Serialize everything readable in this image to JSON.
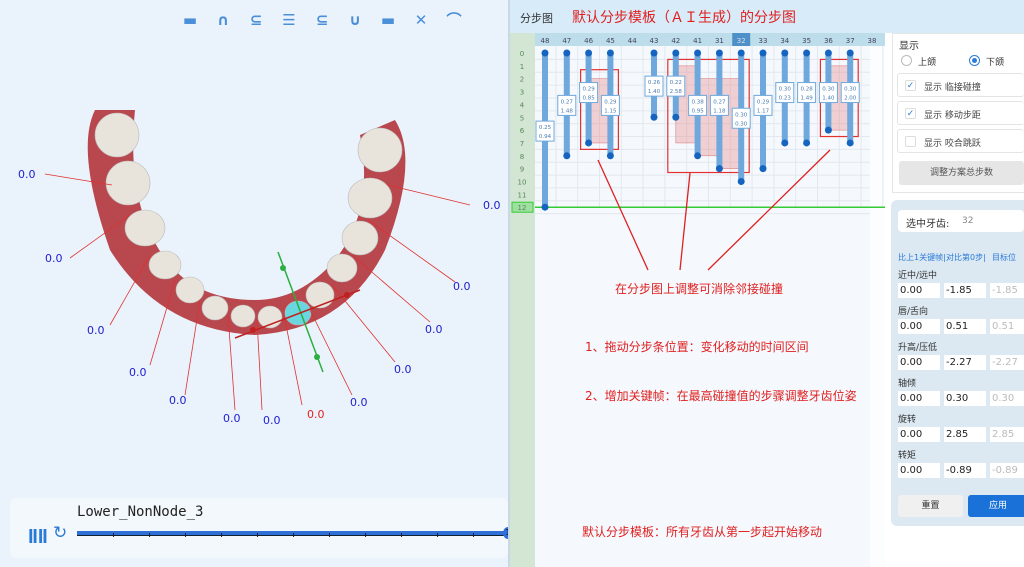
{
  "toolbar": {
    "icons": [
      "anterior-view",
      "upper-arch",
      "right-view",
      "front-view",
      "left-view",
      "lower-arch",
      "posterior-view",
      "open-bite-view",
      "occlusion-view"
    ],
    "glyphs": [
      "▬",
      "∩",
      "⊆",
      "☰",
      "⊆",
      "∪",
      "▬",
      "✕",
      "⌒"
    ]
  },
  "viewport": {
    "labels": [
      {
        "text": "0.0",
        "color": "#2020d0"
      },
      {
        "text": "0.0",
        "color": "#2020d0"
      },
      {
        "text": "0.0",
        "color": "#2020d0"
      },
      {
        "text": "0.0",
        "color": "#2020d0"
      },
      {
        "text": "0.0",
        "color": "#2020d0"
      },
      {
        "text": "0.0",
        "color": "#2020d0"
      },
      {
        "text": "0.0",
        "color": "#2020d0"
      },
      {
        "text": "0.0",
        "color": "#e02020"
      },
      {
        "text": "0.0",
        "color": "#2020d0"
      },
      {
        "text": "0.0",
        "color": "#2020d0"
      },
      {
        "text": "0.0",
        "color": "#2020d0"
      },
      {
        "text": "0.0",
        "color": "#2020d0"
      },
      {
        "text": "0.0",
        "color": "#2020d0"
      }
    ]
  },
  "bottombar": {
    "model_name": "Lower_NonNode_3",
    "slider_value": "1",
    "progress": 1.0
  },
  "header": {
    "label": "分步图",
    "title": "默认分步模板（ＡＩ生成）的分步图"
  },
  "chart_data": {
    "type": "table",
    "columns": [
      "48",
      "47",
      "46",
      "45",
      "44",
      "43",
      "42",
      "41",
      "31",
      "32",
      "33",
      "34",
      "35",
      "36",
      "37",
      "38"
    ],
    "selected_column": "32",
    "rows": [
      "0",
      "1",
      "2",
      "3",
      "4",
      "5",
      "6",
      "7",
      "8",
      "9",
      "10",
      "11",
      "12"
    ],
    "total_steps": 12,
    "bars": [
      {
        "tooth": "48",
        "start": 0,
        "end": 12,
        "labels": [
          "0.25",
          "0.94"
        ],
        "label_step": 6
      },
      {
        "tooth": "47",
        "start": 0,
        "end": 8,
        "labels": [
          "0.27",
          "1.48"
        ],
        "label_step": 4
      },
      {
        "tooth": "46",
        "start": 0,
        "end": 7,
        "labels": [
          "0.29",
          "0.85"
        ],
        "label_step": 3
      },
      {
        "tooth": "45",
        "start": 0,
        "end": 8,
        "labels": [
          "0.29",
          "1.15"
        ],
        "label_step": 4
      },
      {
        "tooth": "43",
        "start": 0,
        "end": 5,
        "labels": [
          "0.26",
          "1.40"
        ],
        "label_step": 2.5
      },
      {
        "tooth": "42",
        "start": 0,
        "end": 5,
        "labels": [
          "0.22",
          "2.58"
        ],
        "label_step": 2.5
      },
      {
        "tooth": "41",
        "start": 0,
        "end": 8,
        "labels": [
          "0.38",
          "0.95"
        ],
        "label_step": 4
      },
      {
        "tooth": "31",
        "start": 0,
        "end": 9,
        "labels": [
          "0.27",
          "1.18"
        ],
        "label_step": 4
      },
      {
        "tooth": "32",
        "start": 0,
        "end": 10,
        "labels": [
          "0.30",
          "0.30"
        ],
        "label_step": 5
      },
      {
        "tooth": "33",
        "start": 0,
        "end": 9,
        "labels": [
          "0.29",
          "1.17"
        ],
        "label_step": 4
      },
      {
        "tooth": "34",
        "start": 0,
        "end": 7,
        "labels": [
          "0.30",
          "0.23"
        ],
        "label_step": 3
      },
      {
        "tooth": "35",
        "start": 0,
        "end": 7,
        "labels": [
          "0.28",
          "1.49"
        ],
        "label_step": 3
      },
      {
        "tooth": "36",
        "start": 0,
        "end": 6,
        "labels": [
          "0.30",
          "1.40"
        ],
        "label_step": 3
      },
      {
        "tooth": "37",
        "start": 0,
        "end": 7,
        "labels": [
          "0.30",
          "2.00"
        ],
        "label_step": 3
      }
    ],
    "collisions": [
      {
        "from": "46",
        "to": "45",
        "start": 2,
        "end": 7
      },
      {
        "from": "42",
        "to": "41",
        "start": 1,
        "end": 7
      },
      {
        "from": "41",
        "to": "31",
        "start": 2,
        "end": 8
      },
      {
        "from": "31",
        "to": "32",
        "start": 2,
        "end": 9
      },
      {
        "from": "36",
        "to": "37",
        "start": 1,
        "end": 6
      }
    ],
    "highlight_boxes": [
      [
        "46",
        "45",
        1.3,
        7.5
      ],
      [
        "42",
        "32",
        0.5,
        9.3
      ],
      [
        "36",
        "37",
        0.5,
        6.5
      ]
    ]
  },
  "notes": {
    "collision": "在分步图上调整可消除邻接碰撞",
    "tip1": "1、拖动分步条位置：变化移动的时间区间",
    "tip2": "2、增加关键帧：在最高碰撞值的步骤调整牙齿位姿",
    "tip3": "默认分步模板：所有牙齿从第一步起开始移动"
  },
  "panel": {
    "display_title": "显示",
    "upper": "上颌",
    "lower": "下颌",
    "selected_jaw": "lower",
    "checks": [
      {
        "label": "显示 临接碰撞",
        "checked": true
      },
      {
        "label": "显示 移动步距",
        "checked": true
      },
      {
        "label": "显示 咬合跳跃",
        "checked": false
      }
    ],
    "adjust_button": "调整方案总步数",
    "tooth_label": "选中牙齿:",
    "tooth_value": "32",
    "headers": [
      "比上1关键帧|",
      "对比第0步|",
      "目标位"
    ],
    "fields": [
      {
        "label": "近中/远中",
        "values": [
          "0.00",
          "-1.85",
          "-1.85"
        ]
      },
      {
        "label": "唇/舌向",
        "values": [
          "0.00",
          "0.51",
          "0.51"
        ]
      },
      {
        "label": "升高/压低",
        "values": [
          "0.00",
          "-2.27",
          "-2.27"
        ]
      },
      {
        "label": "轴倾",
        "values": [
          "0.00",
          "0.30",
          "0.30"
        ]
      },
      {
        "label": "旋转",
        "values": [
          "0.00",
          "2.85",
          "2.85"
        ]
      },
      {
        "label": "转矩",
        "values": [
          "0.00",
          "-0.89",
          "-0.89"
        ]
      }
    ],
    "reset": "重置",
    "apply": "应用"
  }
}
